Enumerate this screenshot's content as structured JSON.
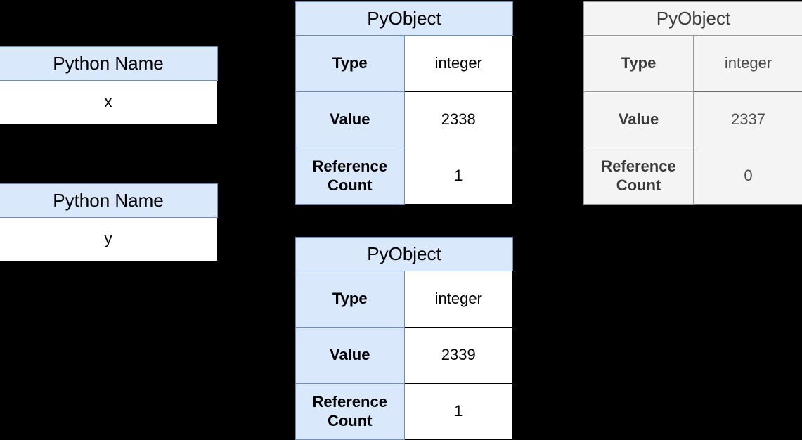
{
  "background_color": "#000000",
  "accent_color": "#dae8fc",
  "accent_border_color": "#6c8ebf",
  "faded_color": "#f4f4f4",
  "faded_text_color": "#3b3b3b",
  "name_boxes": [
    {
      "header": "Python Name",
      "value": "x"
    },
    {
      "header": "Python Name",
      "value": "y"
    }
  ],
  "objects": [
    {
      "id": "pyobject-x",
      "title": "PyObject",
      "state": "active",
      "rows": [
        {
          "label": "Type",
          "value": "integer"
        },
        {
          "label": "Value",
          "value": "2338"
        },
        {
          "label": "Reference Count",
          "value": "1"
        }
      ]
    },
    {
      "id": "pyobject-y",
      "title": "PyObject",
      "state": "active",
      "rows": [
        {
          "label": "Type",
          "value": "integer"
        },
        {
          "label": "Value",
          "value": "2339"
        },
        {
          "label": "Reference Count",
          "value": "1"
        }
      ]
    },
    {
      "id": "pyobject-old",
      "title": "PyObject",
      "state": "faded",
      "rows": [
        {
          "label": "Type",
          "value": "integer"
        },
        {
          "label": "Value",
          "value": "2337"
        },
        {
          "label": "Reference Count",
          "value": "0"
        }
      ]
    }
  ]
}
